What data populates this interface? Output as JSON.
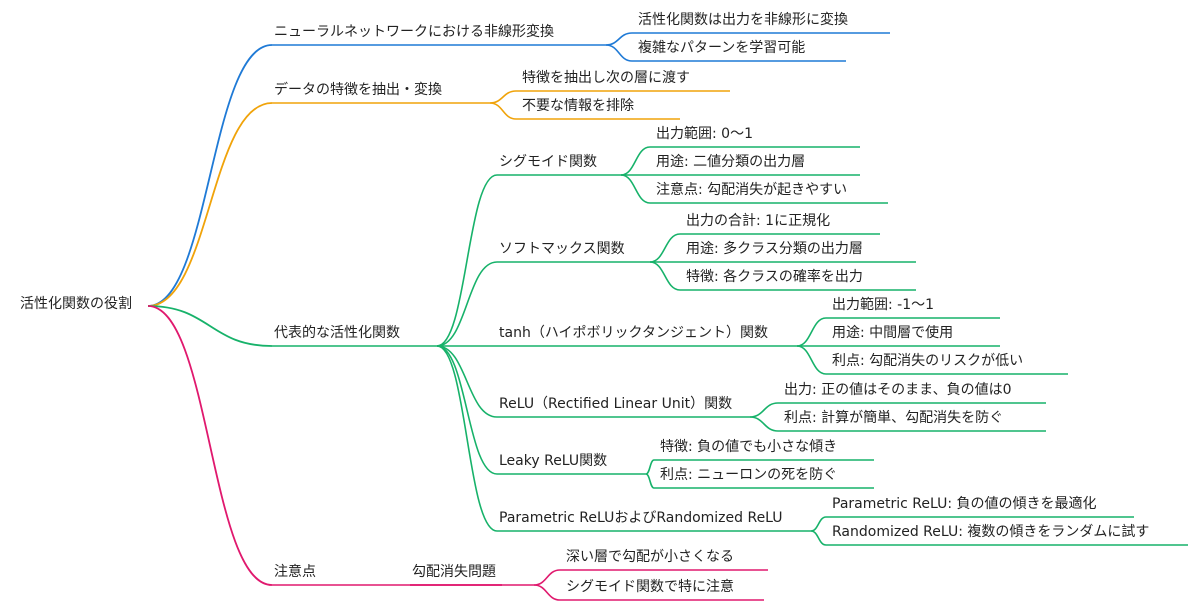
{
  "root": {
    "label": "活性化関数の役割"
  },
  "colors": {
    "blue": "#1f7ad6",
    "orange": "#f0a30a",
    "green": "#17b26a",
    "pink": "#e0196e"
  },
  "branches": [
    {
      "label": "ニューラルネットワークにおける非線形変換",
      "color": "blue",
      "children": [
        {
          "label": "活性化関数は出力を非線形に変換"
        },
        {
          "label": "複雑なパターンを学習可能"
        }
      ]
    },
    {
      "label": "データの特徴を抽出・変換",
      "color": "orange",
      "children": [
        {
          "label": "特徴を抽出し次の層に渡す"
        },
        {
          "label": "不要な情報を排除"
        }
      ]
    },
    {
      "label": "代表的な活性化関数",
      "color": "green",
      "children": [
        {
          "label": "シグモイド関数",
          "children": [
            {
              "label": "出力範囲: 0〜1"
            },
            {
              "label": "用途: 二値分類の出力層"
            },
            {
              "label": "注意点: 勾配消失が起きやすい"
            }
          ]
        },
        {
          "label": "ソフトマックス関数",
          "children": [
            {
              "label": "出力の合計: 1に正規化"
            },
            {
              "label": "用途: 多クラス分類の出力層"
            },
            {
              "label": "特徴: 各クラスの確率を出力"
            }
          ]
        },
        {
          "label": "tanh（ハイポボリックタンジェント）関数",
          "children": [
            {
              "label": "出力範囲: -1〜1"
            },
            {
              "label": "用途: 中間層で使用"
            },
            {
              "label": "利点: 勾配消失のリスクが低い"
            }
          ]
        },
        {
          "label": "ReLU（Rectified Linear Unit）関数",
          "children": [
            {
              "label": "出力: 正の値はそのまま、負の値は0"
            },
            {
              "label": "利点: 計算が簡単、勾配消失を防ぐ"
            }
          ]
        },
        {
          "label": "Leaky ReLU関数",
          "children": [
            {
              "label": "特徴: 負の値でも小さな傾き"
            },
            {
              "label": "利点: ニューロンの死を防ぐ"
            }
          ]
        },
        {
          "label": "Parametric ReLUおよびRandomized ReLU",
          "children": [
            {
              "label": "Parametric ReLU: 負の値の傾きを最適化"
            },
            {
              "label": "Randomized ReLU: 複数の傾きをランダムに試す"
            }
          ]
        }
      ]
    },
    {
      "label": "注意点",
      "color": "pink",
      "children": [
        {
          "label": "勾配消失問題",
          "children": [
            {
              "label": "深い層で勾配が小さくなる"
            },
            {
              "label": "シグモイド関数で特に注意"
            }
          ]
        }
      ]
    }
  ]
}
